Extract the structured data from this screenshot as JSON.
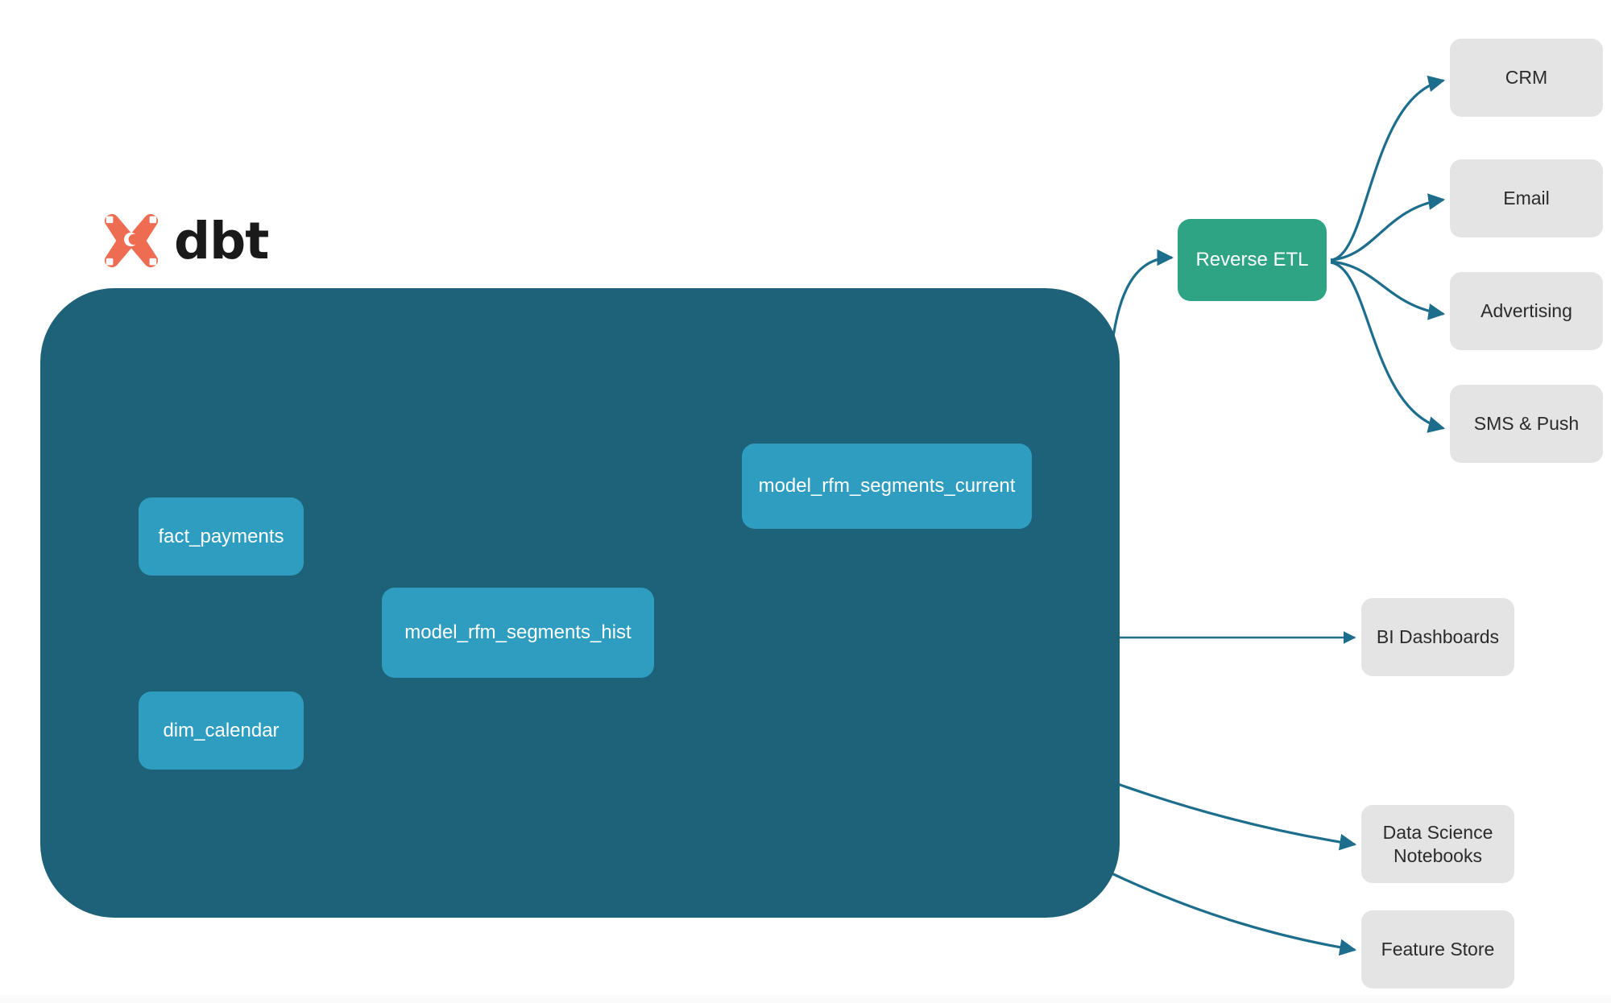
{
  "brand": {
    "name": "dbt",
    "logo_icon": "dbt-x-mark",
    "logo_color": "#ee6c52",
    "wordmark_color": "#1a1a1a"
  },
  "colors": {
    "background": "#ffffff",
    "warehouse_container": "#1d6278",
    "model_node": "#2e9dc0",
    "reverse_etl_node": "#2ea484",
    "destination_node": "#e4e4e4",
    "edge_outer": "#1d6e8c",
    "edge_inner": "#2e9dc0",
    "node_text_light": "#ffffff",
    "node_text_dark": "#2b2b2b"
  },
  "warehouse": {
    "label": "",
    "models": [
      {
        "id": "fact_payments",
        "label": "fact_payments"
      },
      {
        "id": "dim_calendar",
        "label": "dim_calendar"
      },
      {
        "id": "model_rfm_segments_hist",
        "label": "model_rfm_segments_hist"
      },
      {
        "id": "model_rfm_segments_current",
        "label": "model_rfm_segments_current"
      }
    ]
  },
  "activation": {
    "reverse_etl": {
      "id": "reverse_etl",
      "label": "Reverse ETL"
    },
    "channels": [
      {
        "id": "crm",
        "label": "CRM"
      },
      {
        "id": "email",
        "label": "Email"
      },
      {
        "id": "advertising",
        "label": "Advertising"
      },
      {
        "id": "sms_push",
        "label": "SMS & Push"
      }
    ]
  },
  "consumers": [
    {
      "id": "bi_dashboards",
      "label": "BI Dashboards"
    },
    {
      "id": "data_science_notebooks",
      "label": "Data Science\nNotebooks",
      "line1": "Data Science",
      "line2": "Notebooks"
    },
    {
      "id": "feature_store",
      "label": "Feature Store"
    }
  ],
  "edges": [
    {
      "from": "fact_payments",
      "to": "model_rfm_segments_hist"
    },
    {
      "from": "dim_calendar",
      "to": "model_rfm_segments_hist"
    },
    {
      "from": "model_rfm_segments_hist",
      "to": "model_rfm_segments_current"
    },
    {
      "from": "model_rfm_segments_current",
      "to": "reverse_etl"
    },
    {
      "from": "reverse_etl",
      "to": "crm"
    },
    {
      "from": "reverse_etl",
      "to": "email"
    },
    {
      "from": "reverse_etl",
      "to": "advertising"
    },
    {
      "from": "reverse_etl",
      "to": "sms_push"
    },
    {
      "from": "model_rfm_segments_hist",
      "to": "bi_dashboards"
    },
    {
      "from": "model_rfm_segments_hist",
      "to": "data_science_notebooks"
    },
    {
      "from": "model_rfm_segments_hist",
      "to": "feature_store"
    }
  ]
}
